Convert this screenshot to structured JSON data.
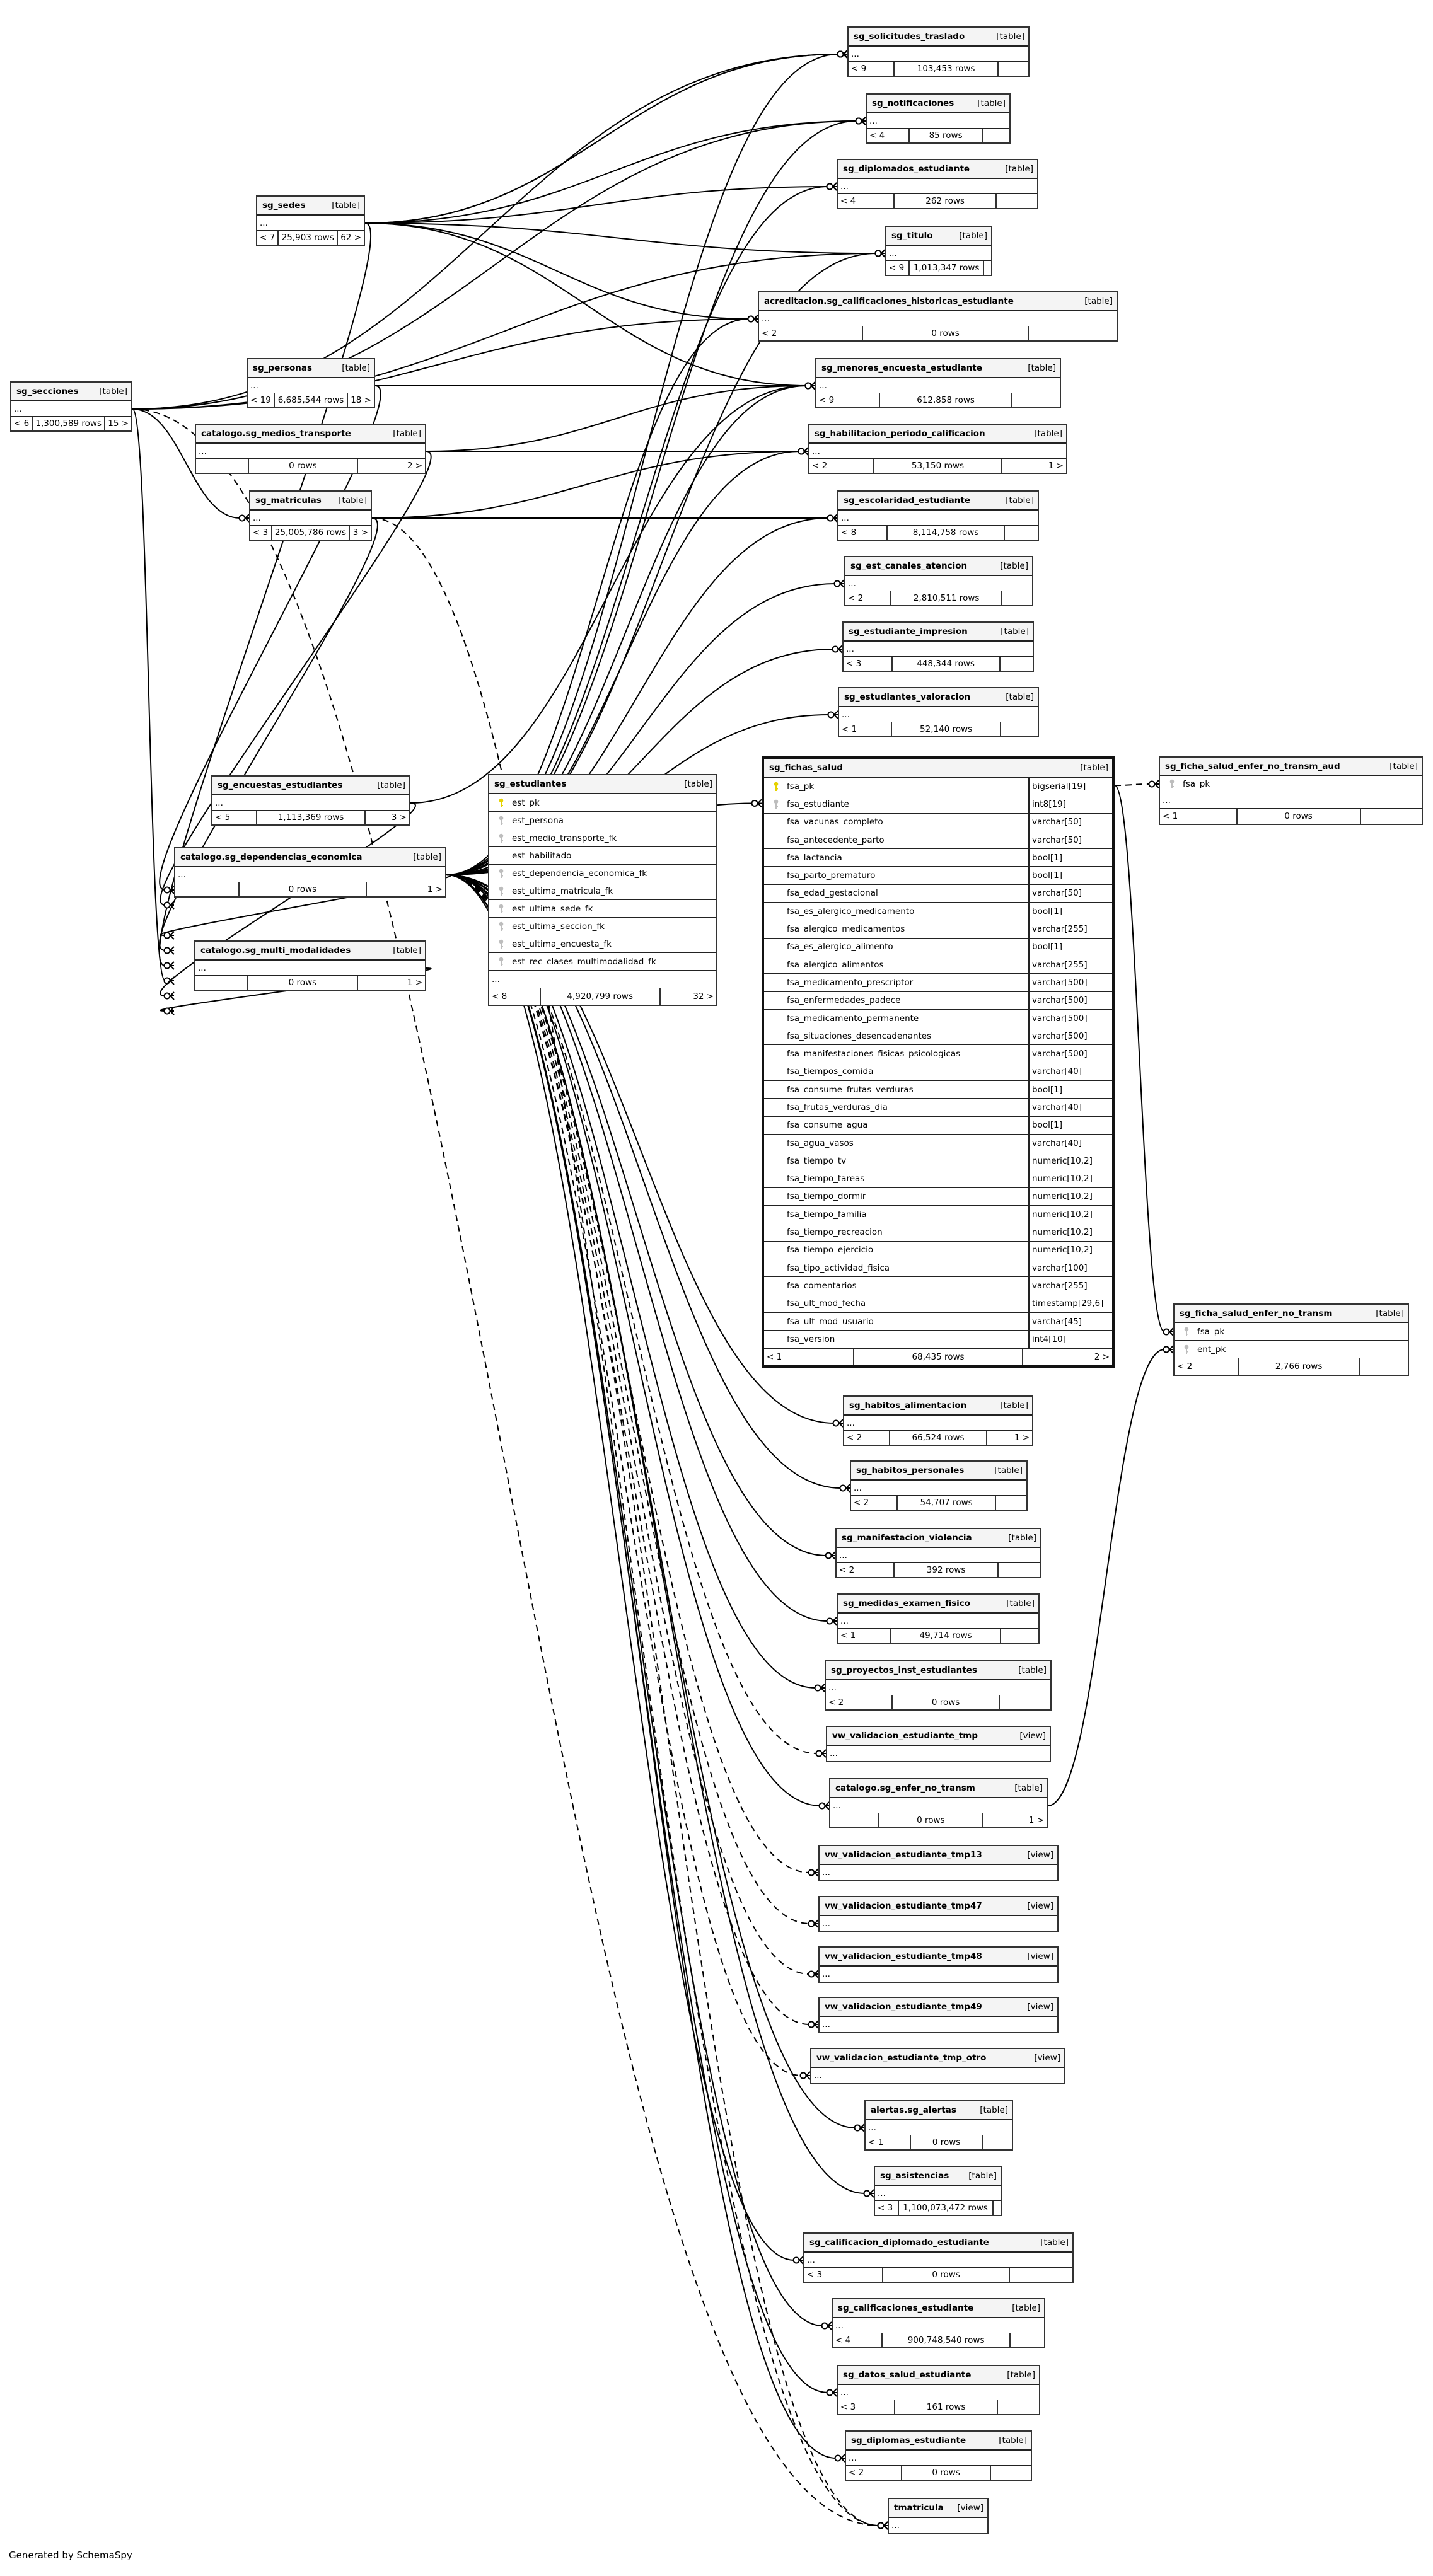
{
  "more_label": "...",
  "footer_credit": "Generated by SchemaSpy",
  "tables": [
    {
      "name": "sg_solicitudes_traslado",
      "kind": "[table]",
      "columns": [],
      "has_more": true,
      "footer": {
        "parents": "< 9",
        "rows": "103,453 rows",
        "children": ""
      }
    },
    {
      "name": "sg_notificaciones",
      "kind": "[table]",
      "columns": [],
      "has_more": true,
      "footer": {
        "parents": "< 4",
        "rows": "85 rows",
        "children": ""
      }
    },
    {
      "name": "sg_diplomados_estudiante",
      "kind": "[table]",
      "columns": [],
      "has_more": true,
      "footer": {
        "parents": "< 4",
        "rows": "262 rows",
        "children": ""
      }
    },
    {
      "name": "sg_titulo",
      "kind": "[table]",
      "columns": [],
      "has_more": true,
      "footer": {
        "parents": "< 9",
        "rows": "1,013,347 rows",
        "children": ""
      }
    },
    {
      "name": "acreditacion.sg_calificaciones_historicas_estudiante",
      "kind": "[table]",
      "columns": [],
      "has_more": true,
      "footer": {
        "parents": "< 2",
        "rows": "0 rows",
        "children": ""
      }
    },
    {
      "name": "sg_menores_encuesta_estudiante",
      "kind": "[table]",
      "columns": [],
      "has_more": true,
      "footer": {
        "parents": "< 9",
        "rows": "612,858 rows",
        "children": ""
      }
    },
    {
      "name": "sg_habilitacion_periodo_calificacion",
      "kind": "[table]",
      "columns": [],
      "has_more": true,
      "footer": {
        "parents": "< 2",
        "rows": "53,150 rows",
        "children": "1 >"
      }
    },
    {
      "name": "sg_escolaridad_estudiante",
      "kind": "[table]",
      "columns": [],
      "has_more": true,
      "footer": {
        "parents": "< 8",
        "rows": "8,114,758 rows",
        "children": ""
      }
    },
    {
      "name": "sg_est_canales_atencion",
      "kind": "[table]",
      "columns": [],
      "has_more": true,
      "footer": {
        "parents": "< 2",
        "rows": "2,810,511 rows",
        "children": ""
      }
    },
    {
      "name": "sg_estudiante_impresion",
      "kind": "[table]",
      "columns": [],
      "has_more": true,
      "footer": {
        "parents": "< 3",
        "rows": "448,344 rows",
        "children": ""
      }
    },
    {
      "name": "sg_estudiantes_valoracion",
      "kind": "[table]",
      "columns": [],
      "has_more": true,
      "footer": {
        "parents": "< 1",
        "rows": "52,140 rows",
        "children": ""
      }
    },
    {
      "name": "sg_fichas_salud",
      "kind": "[table]",
      "has_more": false,
      "footer": {
        "parents": "< 1",
        "rows": "68,435 rows",
        "children": "2 >"
      },
      "columns": [
        {
          "name": "fsa_pk",
          "type": "bigserial[19]",
          "key": "pk"
        },
        {
          "name": "fsa_estudiante",
          "type": "int8[19]",
          "key": "fk"
        },
        {
          "name": "fsa_vacunas_completo",
          "type": "varchar[50]",
          "key": ""
        },
        {
          "name": "fsa_antecedente_parto",
          "type": "varchar[50]",
          "key": ""
        },
        {
          "name": "fsa_lactancia",
          "type": "bool[1]",
          "key": ""
        },
        {
          "name": "fsa_parto_prematuro",
          "type": "bool[1]",
          "key": ""
        },
        {
          "name": "fsa_edad_gestacional",
          "type": "varchar[50]",
          "key": ""
        },
        {
          "name": "fsa_es_alergico_medicamento",
          "type": "bool[1]",
          "key": ""
        },
        {
          "name": "fsa_alergico_medicamentos",
          "type": "varchar[255]",
          "key": ""
        },
        {
          "name": "fsa_es_alergico_alimento",
          "type": "bool[1]",
          "key": ""
        },
        {
          "name": "fsa_alergico_alimentos",
          "type": "varchar[255]",
          "key": ""
        },
        {
          "name": "fsa_medicamento_prescriptor",
          "type": "varchar[500]",
          "key": ""
        },
        {
          "name": "fsa_enfermedades_padece",
          "type": "varchar[500]",
          "key": ""
        },
        {
          "name": "fsa_medicamento_permanente",
          "type": "varchar[500]",
          "key": ""
        },
        {
          "name": "fsa_situaciones_desencadenantes",
          "type": "varchar[500]",
          "key": ""
        },
        {
          "name": "fsa_manifestaciones_fisicas_psicologicas",
          "type": "varchar[500]",
          "key": ""
        },
        {
          "name": "fsa_tiempos_comida",
          "type": "varchar[40]",
          "key": ""
        },
        {
          "name": "fsa_consume_frutas_verduras",
          "type": "bool[1]",
          "key": ""
        },
        {
          "name": "fsa_frutas_verduras_dia",
          "type": "varchar[40]",
          "key": ""
        },
        {
          "name": "fsa_consume_agua",
          "type": "bool[1]",
          "key": ""
        },
        {
          "name": "fsa_agua_vasos",
          "type": "varchar[40]",
          "key": ""
        },
        {
          "name": "fsa_tiempo_tv",
          "type": "numeric[10,2]",
          "key": ""
        },
        {
          "name": "fsa_tiempo_tareas",
          "type": "numeric[10,2]",
          "key": ""
        },
        {
          "name": "fsa_tiempo_dormir",
          "type": "numeric[10,2]",
          "key": ""
        },
        {
          "name": "fsa_tiempo_familia",
          "type": "numeric[10,2]",
          "key": ""
        },
        {
          "name": "fsa_tiempo_recreacion",
          "type": "numeric[10,2]",
          "key": ""
        },
        {
          "name": "fsa_tiempo_ejercicio",
          "type": "numeric[10,2]",
          "key": ""
        },
        {
          "name": "fsa_tipo_actividad_fisica",
          "type": "varchar[100]",
          "key": ""
        },
        {
          "name": "fsa_comentarios",
          "type": "varchar[255]",
          "key": ""
        },
        {
          "name": "fsa_ult_mod_fecha",
          "type": "timestamp[29,6]",
          "key": ""
        },
        {
          "name": "fsa_ult_mod_usuario",
          "type": "varchar[45]",
          "key": ""
        },
        {
          "name": "fsa_version",
          "type": "int4[10]",
          "key": ""
        }
      ]
    },
    {
      "name": "sg_ficha_salud_enfer_no_transm_aud",
      "kind": "[table]",
      "has_more": true,
      "columns": [
        {
          "name": "fsa_pk",
          "key": "fk"
        }
      ],
      "footer": {
        "parents": "< 1",
        "rows": "0 rows",
        "children": ""
      }
    },
    {
      "name": "sg_ficha_salud_enfer_no_transm",
      "kind": "[table]",
      "has_more": false,
      "columns": [
        {
          "name": "fsa_pk",
          "key": "fk"
        },
        {
          "name": "ent_pk",
          "key": "fk"
        }
      ],
      "footer": {
        "parents": "< 2",
        "rows": "2,766 rows",
        "children": ""
      }
    },
    {
      "name": "sg_habitos_alimentacion",
      "kind": "[table]",
      "columns": [],
      "has_more": true,
      "footer": {
        "parents": "< 2",
        "rows": "66,524 rows",
        "children": "1 >"
      }
    },
    {
      "name": "sg_habitos_personales",
      "kind": "[table]",
      "columns": [],
      "has_more": true,
      "footer": {
        "parents": "< 2",
        "rows": "54,707 rows",
        "children": ""
      }
    },
    {
      "name": "sg_manifestacion_violencia",
      "kind": "[table]",
      "columns": [],
      "has_more": true,
      "footer": {
        "parents": "< 2",
        "rows": "392 rows",
        "children": ""
      }
    },
    {
      "name": "sg_medidas_examen_fisico",
      "kind": "[table]",
      "columns": [],
      "has_more": true,
      "footer": {
        "parents": "< 1",
        "rows": "49,714 rows",
        "children": ""
      }
    },
    {
      "name": "sg_proyectos_inst_estudiantes",
      "kind": "[table]",
      "columns": [],
      "has_more": true,
      "footer": {
        "parents": "< 2",
        "rows": "0 rows",
        "children": ""
      }
    },
    {
      "name": "vw_validacion_estudiante_tmp",
      "kind": "[view]",
      "columns": [],
      "has_more": true
    },
    {
      "name": "catalogo.sg_enfer_no_transm",
      "kind": "[table]",
      "columns": [],
      "has_more": true,
      "footer": {
        "parents": "",
        "rows": "0 rows",
        "children": "1 >"
      }
    },
    {
      "name": "vw_validacion_estudiante_tmp13",
      "kind": "[view]",
      "columns": [],
      "has_more": true
    },
    {
      "name": "vw_validacion_estudiante_tmp47",
      "kind": "[view]",
      "columns": [],
      "has_more": true
    },
    {
      "name": "vw_validacion_estudiante_tmp48",
      "kind": "[view]",
      "columns": [],
      "has_more": true
    },
    {
      "name": "vw_validacion_estudiante_tmp49",
      "kind": "[view]",
      "columns": [],
      "has_more": true
    },
    {
      "name": "vw_validacion_estudiante_tmp_otro",
      "kind": "[view]",
      "columns": [],
      "has_more": true
    },
    {
      "name": "alertas.sg_alertas",
      "kind": "[table]",
      "columns": [],
      "has_more": true,
      "footer": {
        "parents": "< 1",
        "rows": "0 rows",
        "children": ""
      }
    },
    {
      "name": "sg_asistencias",
      "kind": "[table]",
      "columns": [],
      "has_more": true,
      "footer": {
        "parents": "< 3",
        "rows": "1,100,073,472 rows",
        "children": ""
      }
    },
    {
      "name": "sg_calificacion_diplomado_estudiante",
      "kind": "[table]",
      "columns": [],
      "has_more": true,
      "footer": {
        "parents": "< 3",
        "rows": "0 rows",
        "children": ""
      }
    },
    {
      "name": "sg_calificaciones_estudiante",
      "kind": "[table]",
      "columns": [],
      "has_more": true,
      "footer": {
        "parents": "< 4",
        "rows": "900,748,540 rows",
        "children": ""
      }
    },
    {
      "name": "sg_datos_salud_estudiante",
      "kind": "[table]",
      "columns": [],
      "has_more": true,
      "footer": {
        "parents": "< 3",
        "rows": "161 rows",
        "children": ""
      }
    },
    {
      "name": "sg_diplomas_estudiante",
      "kind": "[table]",
      "columns": [],
      "has_more": true,
      "footer": {
        "parents": "< 2",
        "rows": "0 rows",
        "children": ""
      }
    },
    {
      "name": "tmatricula",
      "kind": "[view]",
      "columns": [],
      "has_more": true
    },
    {
      "name": "sg_secciones",
      "kind": "[table]",
      "columns": [],
      "has_more": true,
      "footer": {
        "parents": "< 6",
        "rows": "1,300,589 rows",
        "children": "15 >"
      }
    },
    {
      "name": "sg_sedes",
      "kind": "[table]",
      "columns": [],
      "has_more": true,
      "footer": {
        "parents": "< 7",
        "rows": "25,903 rows",
        "children": "62 >"
      }
    },
    {
      "name": "sg_personas",
      "kind": "[table]",
      "columns": [],
      "has_more": true,
      "footer": {
        "parents": "< 19",
        "rows": "6,685,544 rows",
        "children": "18 >"
      }
    },
    {
      "name": "catalogo.sg_medios_transporte",
      "kind": "[table]",
      "columns": [],
      "has_more": true,
      "footer": {
        "parents": "",
        "rows": "0 rows",
        "children": "2 >"
      }
    },
    {
      "name": "sg_matriculas",
      "kind": "[table]",
      "columns": [],
      "has_more": true,
      "footer": {
        "parents": "< 3",
        "rows": "25,005,786 rows",
        "children": "3 >"
      }
    },
    {
      "name": "sg_encuestas_estudiantes",
      "kind": "[table]",
      "columns": [],
      "has_more": true,
      "footer": {
        "parents": "< 5",
        "rows": "1,113,369 rows",
        "children": "3 >"
      }
    },
    {
      "name": "sg_estudiantes",
      "kind": "[table]",
      "has_more": true,
      "footer": {
        "parents": "< 8",
        "rows": "4,920,799 rows",
        "children": "32 >"
      },
      "columns": [
        {
          "name": "est_pk",
          "key": "pk"
        },
        {
          "name": "est_persona",
          "key": "fk"
        },
        {
          "name": "est_medio_transporte_fk",
          "key": "fk"
        },
        {
          "name": "est_habilitado",
          "key": ""
        },
        {
          "name": "est_dependencia_economica_fk",
          "key": "fk"
        },
        {
          "name": "est_ultima_matricula_fk",
          "key": "fk"
        },
        {
          "name": "est_ultima_sede_fk",
          "key": "fk"
        },
        {
          "name": "est_ultima_seccion_fk",
          "key": "fk"
        },
        {
          "name": "est_ultima_encuesta_fk",
          "key": "fk"
        },
        {
          "name": "est_rec_clases_multimodalidad_fk",
          "key": "fk"
        }
      ]
    },
    {
      "name": "catalogo.sg_dependencias_economica",
      "kind": "[table]",
      "columns": [],
      "has_more": true,
      "footer": {
        "parents": "",
        "rows": "0 rows",
        "children": "1 >"
      }
    },
    {
      "name": "catalogo.sg_multi_modalidades",
      "kind": "[table]",
      "columns": [],
      "has_more": true,
      "footer": {
        "parents": "",
        "rows": "0 rows",
        "children": "1 >"
      }
    }
  ],
  "colors": {
    "pk_key": "#e6d200",
    "fk_key": "#bdbdbd",
    "header_bg": "#f4f4f4",
    "line": "#000000"
  }
}
